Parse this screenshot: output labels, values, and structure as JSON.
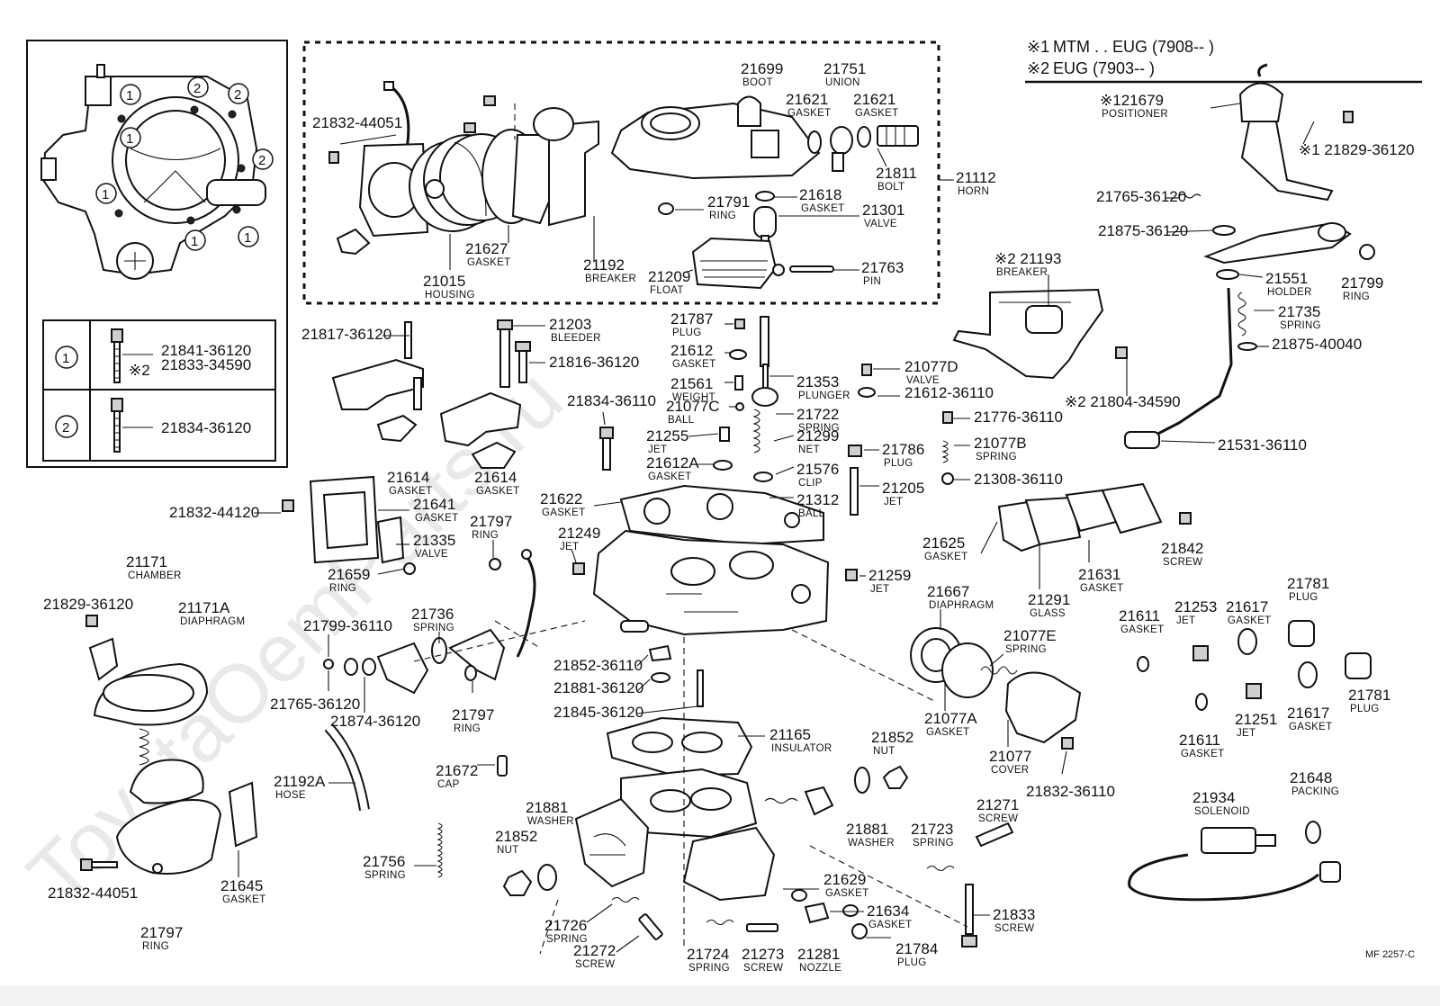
{
  "watermark": "ToyotaOemParts.ru",
  "catalog_code": "MF  2257-C",
  "notes": [
    {
      "mark": "※1",
      "text": "MTM . . EUG (7908--         )"
    },
    {
      "mark": "※2",
      "text": "EUG (7903--         )"
    }
  ],
  "legend": {
    "row1": {
      "symbol": "1",
      "part": "21841-36120",
      "alt_mark": "※2",
      "alt_part": "21833-34590"
    },
    "row2": {
      "symbol": "2",
      "part": "21834-36120"
    }
  },
  "inset_markers": [
    "1",
    "2",
    "2",
    "1",
    "2",
    "1",
    "1",
    "1"
  ],
  "labels": [
    {
      "id": "l21699",
      "pn": "21699",
      "desc": "BOOT"
    },
    {
      "id": "l21751",
      "pn": "21751",
      "desc": "UNION"
    },
    {
      "id": "l21621a",
      "pn": "21621",
      "desc": "GASKET"
    },
    {
      "id": "l21621b",
      "pn": "21621",
      "desc": "GASKET"
    },
    {
      "id": "l21811",
      "pn": "21811",
      "desc": "BOLT"
    },
    {
      "id": "l21112",
      "pn": "21112",
      "desc": "HORN"
    },
    {
      "id": "l21832_44051a",
      "pn": "21832-44051",
      "desc": ""
    },
    {
      "id": "l21791",
      "pn": "21791",
      "desc": "RING"
    },
    {
      "id": "l21618",
      "pn": "21618",
      "desc": "GASKET"
    },
    {
      "id": "l21301",
      "pn": "21301",
      "desc": "VALVE"
    },
    {
      "id": "l21627",
      "pn": "21627",
      "desc": "GASKET"
    },
    {
      "id": "l21192",
      "pn": "21192",
      "desc": "BREAKER"
    },
    {
      "id": "l21015",
      "pn": "21015",
      "desc": "HOUSING"
    },
    {
      "id": "l21209",
      "pn": "21209",
      "desc": "FLOAT"
    },
    {
      "id": "l21763",
      "pn": "21763",
      "desc": "PIN"
    },
    {
      "id": "l21679",
      "pn": "※121679",
      "desc": "POSITIONER"
    },
    {
      "id": "l21829_36120a",
      "pn": "※1 21829-36120",
      "desc": ""
    },
    {
      "id": "l21765_36120a",
      "pn": "21765-36120",
      "desc": ""
    },
    {
      "id": "l21875_36120",
      "pn": "21875-36120",
      "desc": ""
    },
    {
      "id": "l21193",
      "pn": "※2 21193",
      "desc": "BREAKER"
    },
    {
      "id": "l21551",
      "pn": "21551",
      "desc": "HOLDER"
    },
    {
      "id": "l21799a",
      "pn": "21799",
      "desc": "RING"
    },
    {
      "id": "l21735",
      "pn": "21735",
      "desc": "SPRING"
    },
    {
      "id": "l21875_40040",
      "pn": "21875-40040",
      "desc": ""
    },
    {
      "id": "l21804_34590",
      "pn": "※2 21804-34590",
      "desc": ""
    },
    {
      "id": "l21531_36110",
      "pn": "21531-36110",
      "desc": ""
    },
    {
      "id": "l21817_36120",
      "pn": "21817-36120",
      "desc": ""
    },
    {
      "id": "l21203",
      "pn": "21203",
      "desc": "BLEEDER"
    },
    {
      "id": "l21816_36120",
      "pn": "21816-36120",
      "desc": ""
    },
    {
      "id": "l21787",
      "pn": "21787",
      "desc": "PLUG"
    },
    {
      "id": "l21612",
      "pn": "21612",
      "desc": "GASKET"
    },
    {
      "id": "l21561",
      "pn": "21561",
      "desc": "WEIGHT"
    },
    {
      "id": "l21077c",
      "pn": "21077C",
      "desc": "BALL"
    },
    {
      "id": "l21255",
      "pn": "21255",
      "desc": "JET"
    },
    {
      "id": "l21612a",
      "pn": "21612A",
      "desc": "GASKET"
    },
    {
      "id": "l21353",
      "pn": "21353",
      "desc": "PLUNGER"
    },
    {
      "id": "l21722",
      "pn": "21722",
      "desc": "SPRING"
    },
    {
      "id": "l21299",
      "pn": "21299",
      "desc": "NET"
    },
    {
      "id": "l21576",
      "pn": "21576",
      "desc": "CLIP"
    },
    {
      "id": "l21312",
      "pn": "21312",
      "desc": "BALL"
    },
    {
      "id": "l21077d",
      "pn": "21077D",
      "desc": "VALVE"
    },
    {
      "id": "l21612_36110",
      "pn": "21612-36110",
      "desc": ""
    },
    {
      "id": "l21776_36110",
      "pn": "21776-36110",
      "desc": ""
    },
    {
      "id": "l21786",
      "pn": "21786",
      "desc": "PLUG"
    },
    {
      "id": "l21077b",
      "pn": "21077B",
      "desc": "SPRING"
    },
    {
      "id": "l21205",
      "pn": "21205",
      "desc": "JET"
    },
    {
      "id": "l21308_36110",
      "pn": "21308-36110",
      "desc": ""
    },
    {
      "id": "l21834_36110",
      "pn": "21834-36110",
      "desc": ""
    },
    {
      "id": "l21614a",
      "pn": "21614",
      "desc": "GASKET"
    },
    {
      "id": "l21614b",
      "pn": "21614",
      "desc": "GASKET"
    },
    {
      "id": "l21832_44120",
      "pn": "21832-44120",
      "desc": ""
    },
    {
      "id": "l21641",
      "pn": "21641",
      "desc": "GASKET"
    },
    {
      "id": "l21335",
      "pn": "21335",
      "desc": "VALVE"
    },
    {
      "id": "l21797a",
      "pn": "21797",
      "desc": "RING"
    },
    {
      "id": "l21659",
      "pn": "21659",
      "desc": "RING"
    },
    {
      "id": "l21622",
      "pn": "21622",
      "desc": "GASKET"
    },
    {
      "id": "l21249",
      "pn": "21249",
      "desc": "JET"
    },
    {
      "id": "l21259",
      "pn": "21259",
      "desc": "JET"
    },
    {
      "id": "l21625",
      "pn": "21625",
      "desc": "GASKET"
    },
    {
      "id": "l21631",
      "pn": "21631",
      "desc": "GASKET"
    },
    {
      "id": "l21291",
      "pn": "21291",
      "desc": "GLASS"
    },
    {
      "id": "l21842",
      "pn": "21842",
      "desc": "SCREW"
    },
    {
      "id": "l21171",
      "pn": "21171",
      "desc": "CHAMBER"
    },
    {
      "id": "l21829_36120b",
      "pn": "21829-36120",
      "desc": ""
    },
    {
      "id": "l21171a",
      "pn": "21171A",
      "desc": "DIAPHRAGM"
    },
    {
      "id": "l21799_36110",
      "pn": "21799-36110",
      "desc": ""
    },
    {
      "id": "l21736",
      "pn": "21736",
      "desc": "SPRING"
    },
    {
      "id": "l21765_36120b",
      "pn": "21765-36120",
      "desc": ""
    },
    {
      "id": "l21874_36120",
      "pn": "21874-36120",
      "desc": ""
    },
    {
      "id": "l21797b",
      "pn": "21797",
      "desc": "RING"
    },
    {
      "id": "l21852_36110",
      "pn": "21852-36110",
      "desc": ""
    },
    {
      "id": "l21881_36120",
      "pn": "21881-36120",
      "desc": ""
    },
    {
      "id": "l21845_36120",
      "pn": "21845-36120",
      "desc": ""
    },
    {
      "id": "l21667",
      "pn": "21667",
      "desc": "DIAPHRAGM"
    },
    {
      "id": "l21077e",
      "pn": "21077E",
      "desc": "SPRING"
    },
    {
      "id": "l21077a",
      "pn": "21077A",
      "desc": "GASKET"
    },
    {
      "id": "l21077",
      "pn": "21077",
      "desc": "COVER"
    },
    {
      "id": "l21832_36110",
      "pn": "21832-36110",
      "desc": ""
    },
    {
      "id": "l21611a",
      "pn": "21611",
      "desc": "GASKET"
    },
    {
      "id": "l21253",
      "pn": "21253",
      "desc": "JET"
    },
    {
      "id": "l21617a",
      "pn": "21617",
      "desc": "GASKET"
    },
    {
      "id": "l21781a",
      "pn": "21781",
      "desc": "PLUG"
    },
    {
      "id": "l21781b",
      "pn": "21781",
      "desc": "PLUG"
    },
    {
      "id": "l21251",
      "pn": "21251",
      "desc": "JET"
    },
    {
      "id": "l21617b",
      "pn": "21617",
      "desc": "GASKET"
    },
    {
      "id": "l21611b",
      "pn": "21611",
      "desc": "GASKET"
    },
    {
      "id": "l21165",
      "pn": "21165",
      "desc": "INSULATOR"
    },
    {
      "id": "l21852a",
      "pn": "21852",
      "desc": "NUT"
    },
    {
      "id": "l21672",
      "pn": "21672",
      "desc": "CAP"
    },
    {
      "id": "l21192a",
      "pn": "21192A",
      "desc": "HOSE"
    },
    {
      "id": "l21881a",
      "pn": "21881",
      "desc": "WASHER"
    },
    {
      "id": "l21852b",
      "pn": "21852",
      "desc": "NUT"
    },
    {
      "id": "l21881b",
      "pn": "21881",
      "desc": "WASHER"
    },
    {
      "id": "l21723",
      "pn": "21723",
      "desc": "SPRING"
    },
    {
      "id": "l21271",
      "pn": "21271",
      "desc": "SCREW"
    },
    {
      "id": "l21934",
      "pn": "21934",
      "desc": "SOLENOID"
    },
    {
      "id": "l21648",
      "pn": "21648",
      "desc": "PACKING"
    },
    {
      "id": "l21756",
      "pn": "21756",
      "desc": "SPRING"
    },
    {
      "id": "l21629",
      "pn": "21629",
      "desc": "GASKET"
    },
    {
      "id": "l21634",
      "pn": "21634",
      "desc": "GASKET"
    },
    {
      "id": "l21833",
      "pn": "21833",
      "desc": "SCREW"
    },
    {
      "id": "l21832_44051b",
      "pn": "21832-44051",
      "desc": ""
    },
    {
      "id": "l21645",
      "pn": "21645",
      "desc": "GASKET"
    },
    {
      "id": "l21797c",
      "pn": "21797",
      "desc": "RING"
    },
    {
      "id": "l21726",
      "pn": "21726",
      "desc": "SPRING"
    },
    {
      "id": "l21272",
      "pn": "21272",
      "desc": "SCREW"
    },
    {
      "id": "l21724",
      "pn": "21724",
      "desc": "SPRING"
    },
    {
      "id": "l21273",
      "pn": "21273",
      "desc": "SCREW"
    },
    {
      "id": "l21281",
      "pn": "21281",
      "desc": "NOZZLE"
    },
    {
      "id": "l21784",
      "pn": "21784",
      "desc": "PLUG"
    }
  ]
}
